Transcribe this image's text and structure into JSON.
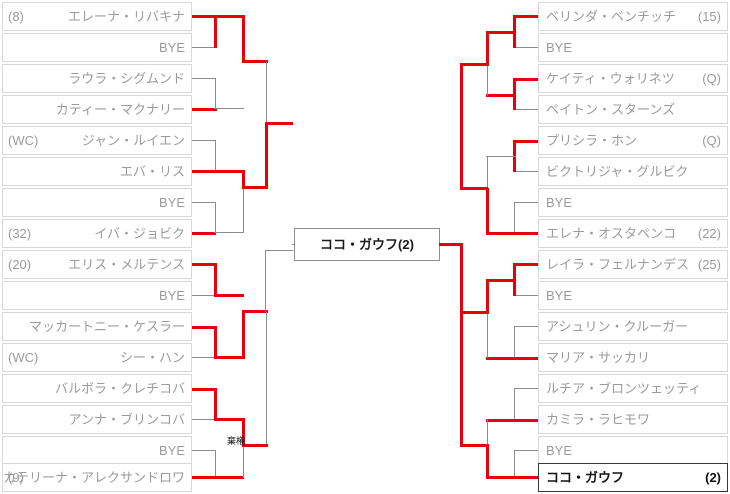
{
  "bracket": {
    "title_box": {
      "label": "ココ・ガウフ(2)"
    },
    "annotation": {
      "retired_label": "棄権"
    },
    "left_slots": [
      {
        "seed": "(8)",
        "name": "エレーナ・リバキナ"
      },
      {
        "seed": "",
        "name": "BYE"
      },
      {
        "seed": "",
        "name": "ラウラ・シグムンド"
      },
      {
        "seed": "",
        "name": "カティー・マクナリー"
      },
      {
        "seed": "(WC)",
        "name": "ジャン・ルイエン"
      },
      {
        "seed": "",
        "name": "エバ・リス"
      },
      {
        "seed": "",
        "name": "BYE"
      },
      {
        "seed": "(32)",
        "name": "イバ・ジョビク"
      },
      {
        "seed": "(20)",
        "name": "エリス・メルテンス"
      },
      {
        "seed": "",
        "name": "BYE"
      },
      {
        "seed": "",
        "name": "マッカートニー・ケスラー"
      },
      {
        "seed": "(WC)",
        "name": "シー・ハン"
      },
      {
        "seed": "",
        "name": "バルボラ・クレチコバ"
      },
      {
        "seed": "",
        "name": "アンナ・ブリンコバ"
      },
      {
        "seed": "",
        "name": "BYE"
      },
      {
        "seed": "(9)",
        "name": "エカテリーナ・アレクサンドロワ"
      }
    ],
    "right_slots": [
      {
        "seed": "(15)",
        "name": "ベリンダ・ベンチッチ",
        "champion": false
      },
      {
        "seed": "",
        "name": "BYE",
        "champion": false
      },
      {
        "seed": "(Q)",
        "name": "ケイティ・ウォリネツ",
        "champion": false
      },
      {
        "seed": "",
        "name": "ペイトン・スターンズ",
        "champion": false
      },
      {
        "seed": "(Q)",
        "name": "プリシラ・ホン",
        "champion": false
      },
      {
        "seed": "",
        "name": "ビクトリジャ・グルビク",
        "champion": false
      },
      {
        "seed": "",
        "name": "BYE",
        "champion": false
      },
      {
        "seed": "(22)",
        "name": "エレナ・オスタペンコ",
        "champion": false
      },
      {
        "seed": "(25)",
        "name": "レイラ・フェルナンデス",
        "champion": false
      },
      {
        "seed": "",
        "name": "BYE",
        "champion": false
      },
      {
        "seed": "",
        "name": "アシュリン・クルーガー",
        "champion": false
      },
      {
        "seed": "",
        "name": "マリア・サッカリ",
        "champion": false
      },
      {
        "seed": "",
        "name": "ルチア・ブロンツェッティ",
        "champion": false
      },
      {
        "seed": "",
        "name": "カミラ・ラヒモワ",
        "champion": false
      },
      {
        "seed": "",
        "name": "BYE",
        "champion": false
      },
      {
        "seed": "(2)",
        "name": "ココ・ガウフ",
        "champion": true
      }
    ],
    "colors": {
      "winner_line": "#e8000d",
      "loser_line": "#5a5a5a",
      "box_border": "#d8d8d8",
      "text": "#9b9b9b",
      "champion_text": "#111111"
    }
  }
}
